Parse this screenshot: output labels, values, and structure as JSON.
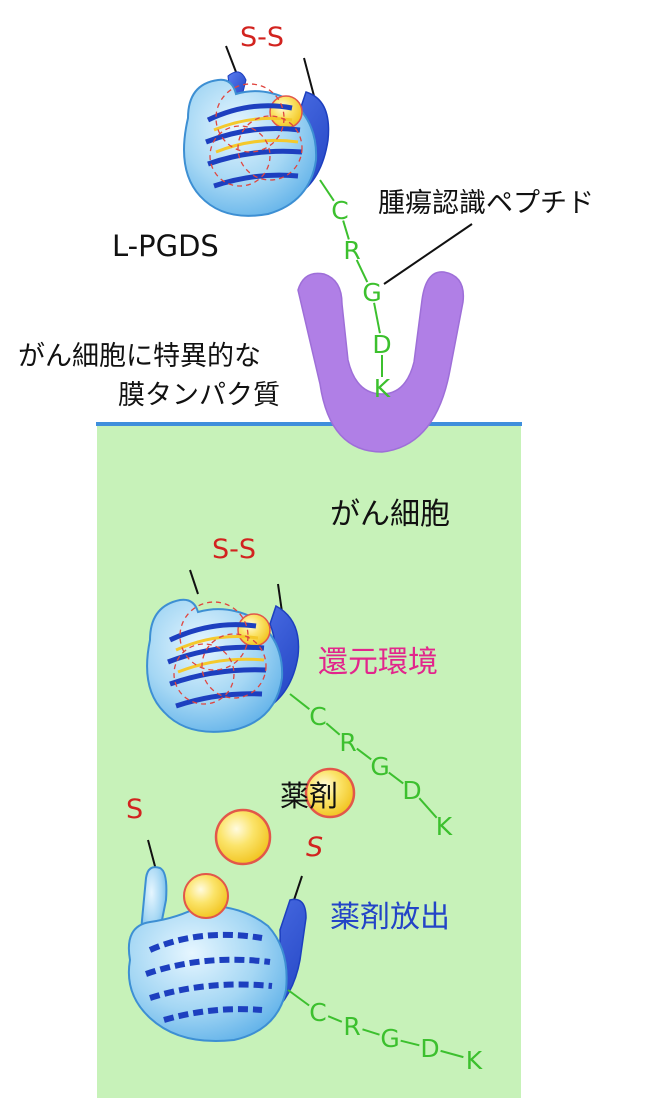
{
  "labels": {
    "protein_name": "L-PGDS",
    "disulfide_bond": "S-S",
    "peptide_label": "腫瘍認識ペプチド",
    "membrane_protein_line1": "がん細胞に特異的な",
    "membrane_protein_line2": "膜タンパク質",
    "cancer_cell": "がん細胞",
    "reducing_environment": "還元環境",
    "drug": "薬剤",
    "drug_release": "薬剤放出",
    "thiol": "S"
  },
  "peptide_sequence": [
    "C",
    "R",
    "G",
    "D",
    "K"
  ],
  "colors": {
    "cell_fill": "#c7f2b9",
    "membrane_line": "#3f8fdc",
    "receptor": "#b07fe6",
    "protein_light": "#9fd4f3",
    "protein_dark": "#2f55d3",
    "drug_fill": "#f6d63d",
    "drug_ring": "#e2574a",
    "peptide_green": "#3cc02e",
    "bond_red": "#d2231f",
    "reducing_magenta": "#e2258c",
    "release_blue": "#2344c7"
  }
}
